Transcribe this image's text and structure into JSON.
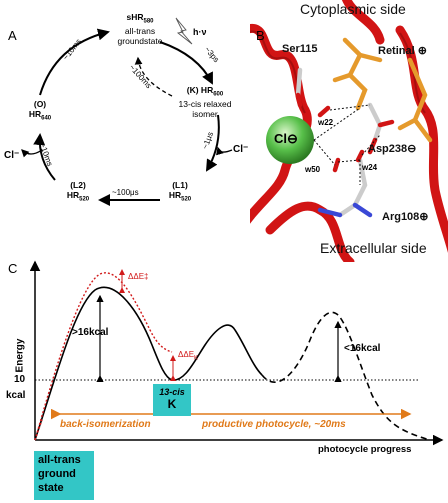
{
  "panel_a": {
    "letter": "A",
    "ground": {
      "name": "sHR",
      "sub": "580",
      "line2": "all-trans",
      "line3": "groundstate"
    },
    "k": {
      "name": "(K) HR",
      "sub": "600",
      "line2": "13-cis relaxed",
      "line3": "isomer"
    },
    "l1": {
      "name": "(L1)",
      "line2": "HR",
      "sub": "520"
    },
    "l2": {
      "name": "(L2)",
      "line2": "HR",
      "sub": "520"
    },
    "o": {
      "name": "(O)",
      "line2": "HR",
      "sub": "640"
    },
    "light": "h·ν",
    "t_3ps": "~3ps",
    "t_10ms_top": "~10ms",
    "t_100ms": "~100ms",
    "t_1us": "~1μs",
    "t_100us": "~100μs",
    "t_10ms_left": "~10ms",
    "cl_right": "Cl⁻",
    "cl_left": "Cl⁻"
  },
  "panel_b": {
    "letter": "B",
    "top_label": "Cytoplasmic side",
    "bottom_label": "Extracellular side",
    "ser": "Ser115",
    "retinal": "Retinal ⊕",
    "cl": "Cl⊖",
    "w22": "w22",
    "asp": "Asp238⊖",
    "w50": "w50",
    "w24": "w24",
    "arg": "Arg108⊕"
  },
  "panel_c": {
    "letter": "C",
    "y_axis": "Energy",
    "x_axis": "photocycle progress",
    "kcal": "kcal",
    "ten": "10",
    "gt16": ">16kcal",
    "lt16": "<16kcal",
    "dde_t": "ΔΔE‡",
    "dde_k": "ΔΔE",
    "dde_k_sub": "K",
    "k_box_line1": "13-cis",
    "k_box_line2": "K",
    "ground_box": [
      "all-trans",
      "ground",
      "state"
    ],
    "back_iso": "back-isomerization",
    "productive": "productive photocycle, ~20ms"
  },
  "colors": {
    "teal": "#33c6c6",
    "orange": "#e07a1a",
    "red": "#d11a1a",
    "helix": "#d11414",
    "chloride": "#58c04a"
  }
}
